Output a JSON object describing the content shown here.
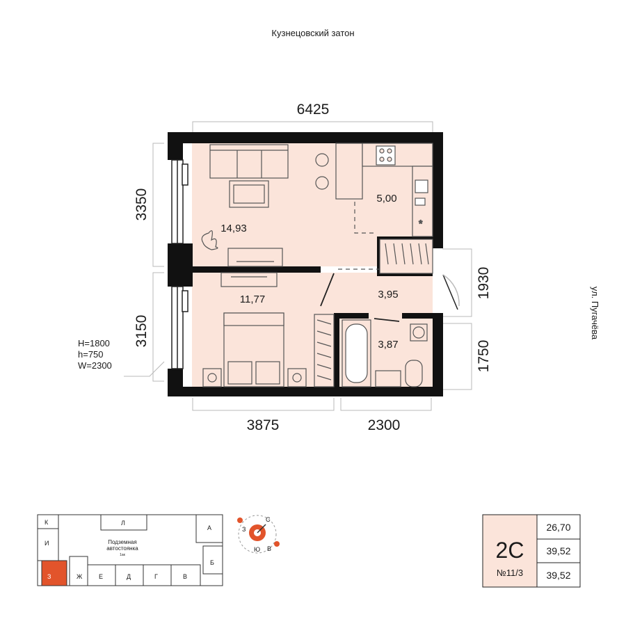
{
  "header": {
    "street_top": "Кузнецовский затон",
    "street_right": "ул. Пугачёва"
  },
  "dimensions": {
    "top": "6425",
    "left_upper": "3350",
    "left_lower": "3150",
    "right_upper": "1930",
    "right_lower": "1750",
    "bottom_left": "3875",
    "bottom_right": "2300"
  },
  "rooms": {
    "living": "14,93",
    "kitchen": "5,00",
    "bedroom": "11,77",
    "hall": "3,95",
    "bathroom": "3,87"
  },
  "window_spec": {
    "height": "H=1800",
    "sill": "h=750",
    "width": "W=2300"
  },
  "site_plan": {
    "sections": [
      "К",
      "Л",
      "А",
      "И",
      "З",
      "Ж",
      "Е",
      "Д",
      "Г",
      "В",
      "Б"
    ],
    "parking_line1": "Подземная",
    "parking_line2": "автостоянка",
    "parking_note": "1ак",
    "highlight_color": "#e2542b"
  },
  "compass": {
    "n": "С",
    "s": "Ю",
    "e": "В",
    "w": "З"
  },
  "summary": {
    "type": "2С",
    "number": "№11/3",
    "area_living": "26,70",
    "area_total": "39,52",
    "area_total_2": "39,52"
  },
  "colors": {
    "floor": "#fbe4da",
    "wall": "#111111",
    "accent": "#e2542b"
  }
}
